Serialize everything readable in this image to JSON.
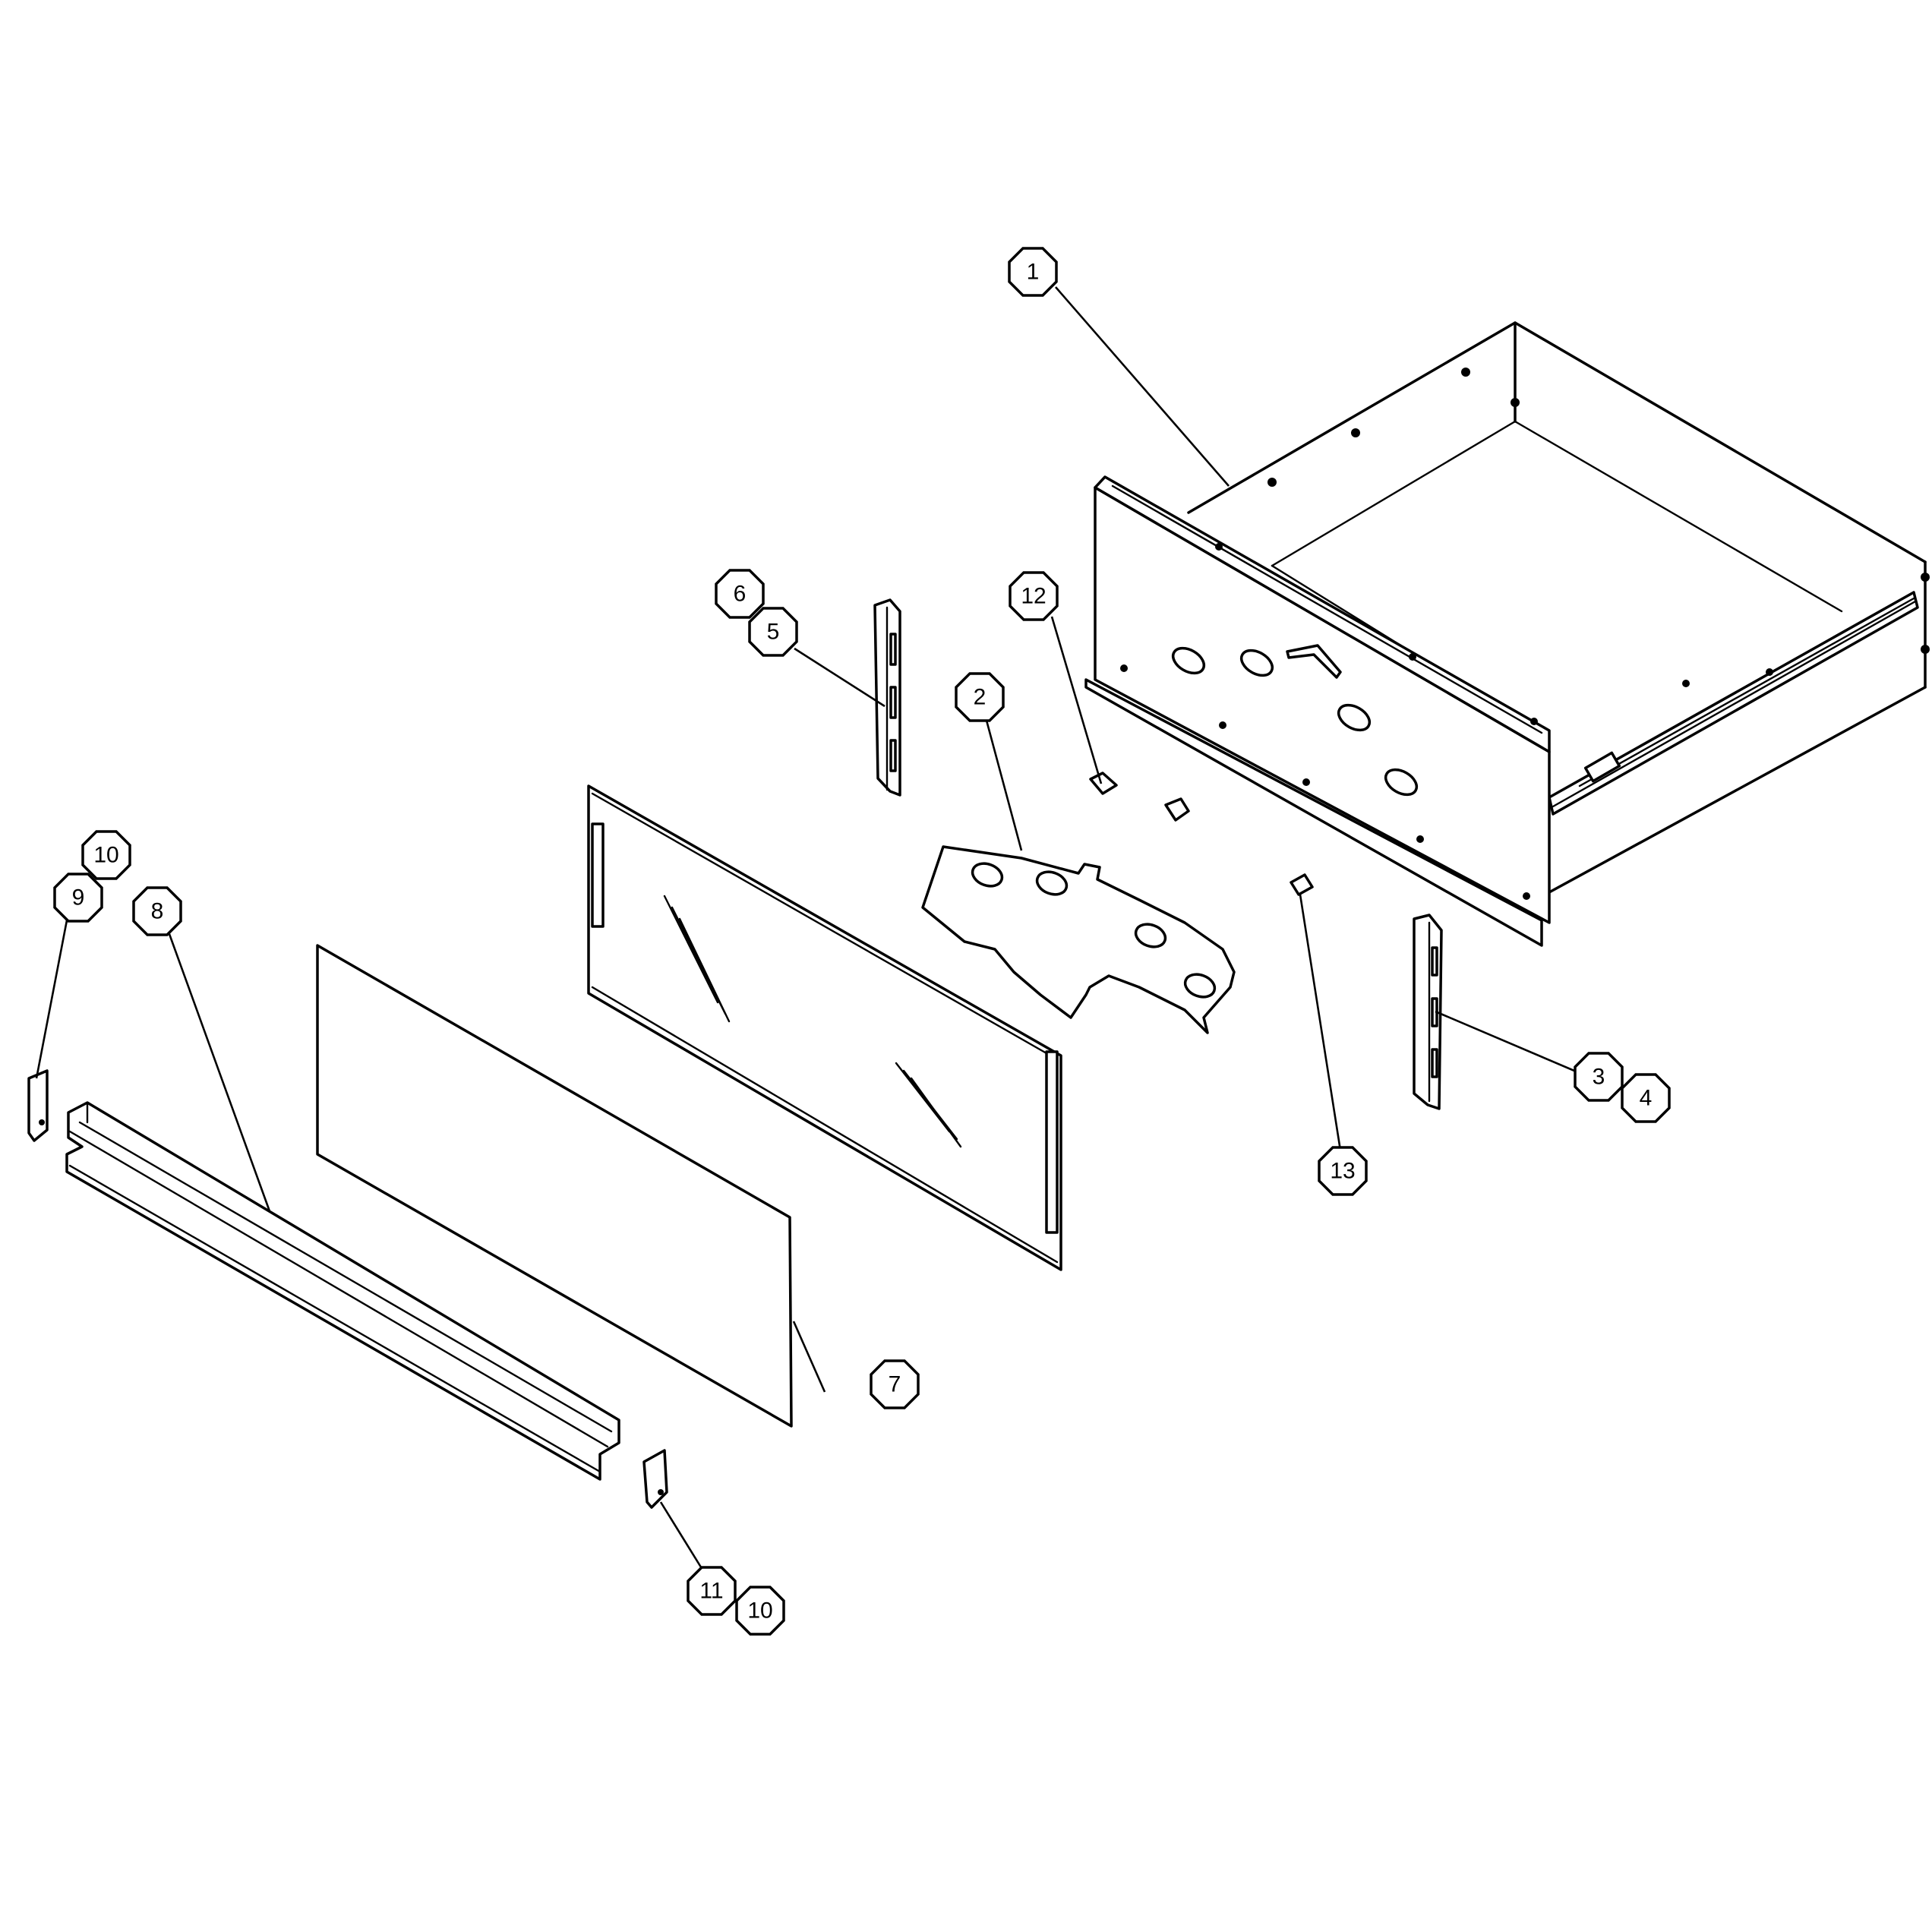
{
  "callouts": [
    {
      "label": "1"
    },
    {
      "label": "2"
    },
    {
      "label": "3"
    },
    {
      "label": "4"
    },
    {
      "label": "5"
    },
    {
      "label": "6"
    },
    {
      "label": "7"
    },
    {
      "label": "8"
    },
    {
      "label": "9"
    },
    {
      "label": "10"
    },
    {
      "label": "10"
    },
    {
      "label": "11"
    },
    {
      "label": "12"
    },
    {
      "label": "13"
    }
  ]
}
